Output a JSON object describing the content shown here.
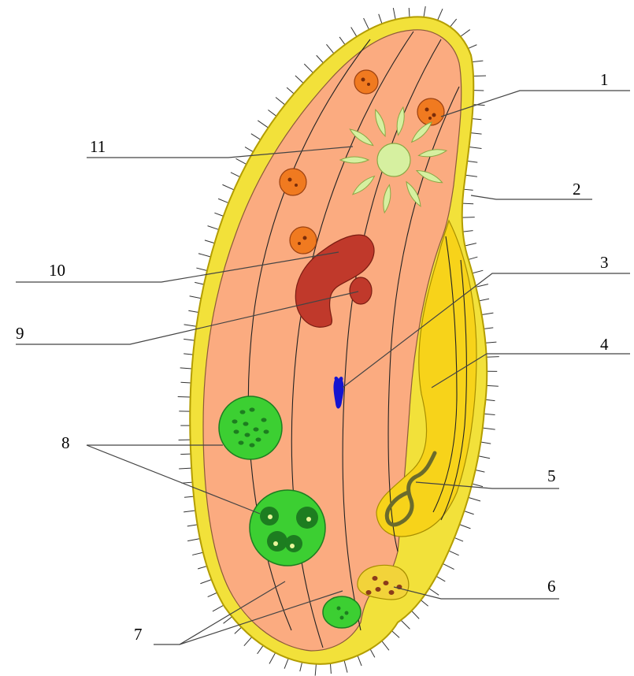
{
  "labels": {
    "l1": "1",
    "l2": "2",
    "l3": "3",
    "l4": "4",
    "l5": "5",
    "l6": "6",
    "l7": "7",
    "l8": "8",
    "l9": "9",
    "l10": "10",
    "l11": "11"
  },
  "colors": {
    "pellicle": "#f2e13a",
    "pellicle_edge": "#b39d00",
    "cytoplasm": "#fbab80",
    "macronucleus": "#c0392b",
    "micronucleus": "#c0392b",
    "contractile_vacuole": "#d6f0a0",
    "contractile_vacuole_edge": "#8aa845",
    "food_vacuole_green": "#3ccf32",
    "food_vacuole_dark": "#1d7d20",
    "orange_vacuole": "#f07a20",
    "mouth_fill": "#f7d31a",
    "gullet_strand": "#6b6b2c",
    "anal_pore": "#f2d33a",
    "particles": "#8b3b1a",
    "cytostome_blue": "#1414d0"
  }
}
